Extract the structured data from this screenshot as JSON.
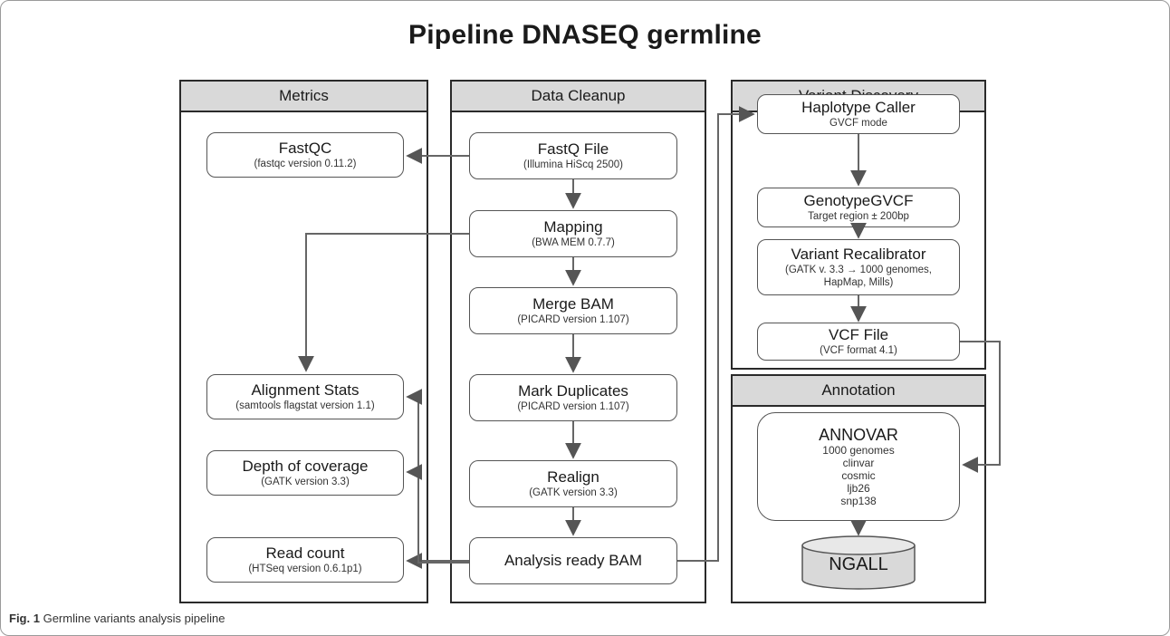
{
  "title": "Pipeline DNASEQ germline",
  "panels": {
    "metrics": "Metrics",
    "cleanup": "Data Cleanup",
    "discovery": "Variant Discovery",
    "annotation": "Annotation"
  },
  "metrics": {
    "fastqc": {
      "name": "FastQC",
      "sub": "(fastqc version 0.11.2)"
    },
    "alignment": {
      "name": "Alignment Stats",
      "sub": "(samtools flagstat version 1.1)"
    },
    "depth": {
      "name": "Depth of coverage",
      "sub": "(GATK version 3.3)"
    },
    "readcount": {
      "name": "Read count",
      "sub": "(HTSeq version 0.6.1p1)"
    }
  },
  "cleanup": {
    "fastq": {
      "name": "FastQ File",
      "sub": "(Illumina HiScq 2500)"
    },
    "mapping": {
      "name": "Mapping",
      "sub": "(BWA MEM 0.7.7)"
    },
    "merge": {
      "name": "Merge BAM",
      "sub": "(PICARD version 1.107)"
    },
    "markdup": {
      "name": "Mark Duplicates",
      "sub": "(PICARD version 1.107)"
    },
    "realign": {
      "name": "Realign",
      "sub": "(GATK version 3.3)"
    },
    "ready": {
      "name": "Analysis ready BAM"
    }
  },
  "discovery": {
    "haplotype": {
      "name": "Haplotype Caller",
      "sub": "GVCF mode"
    },
    "genotype": {
      "name": "GenotypeGVCF",
      "sub": "Target region ± 200bp"
    },
    "recal": {
      "name": "Variant Recalibrator",
      "sub1": "(GATK v. 3.3 → 1000 genomes,",
      "sub2": "HapMap, Mills)"
    },
    "vcf": {
      "name": "VCF File",
      "sub": "(VCF format 4.1)"
    }
  },
  "annotation": {
    "annovar": {
      "name": "ANNOVAR",
      "dbs": [
        "1000 genomes",
        "clinvar",
        "cosmic",
        "ljb26",
        "snp138"
      ]
    },
    "db": "NGALL"
  },
  "caption": {
    "label": "Fig. 1",
    "text": "Germline variants analysis pipeline"
  }
}
